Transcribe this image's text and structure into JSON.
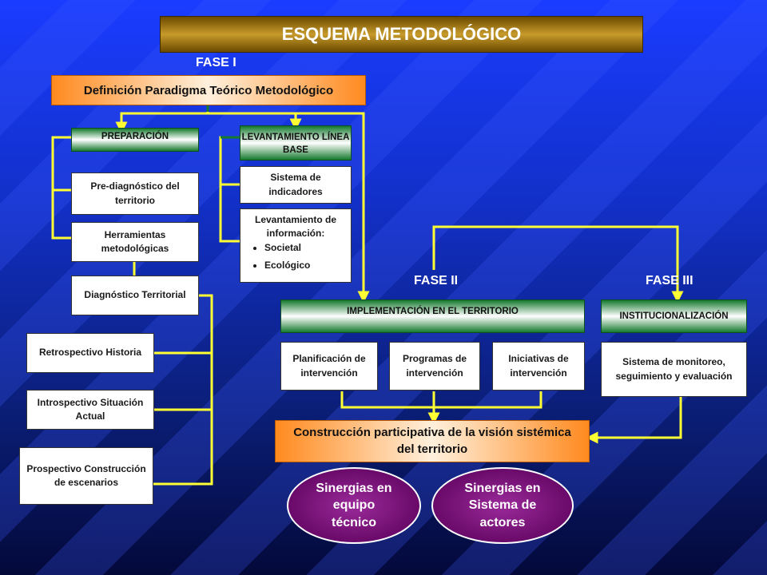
{
  "title": "ESQUEMA METODOLÓGICO",
  "phases": {
    "fase1": "FASE I",
    "fase2": "FASE II",
    "fase3": "FASE III"
  },
  "paradigma": "Definición Paradigma Teórico Metodológico",
  "preparacion": {
    "header": "PREPARACIÓN",
    "prediagnostico": "Pre-diagnóstico del territorio",
    "herramientas": "Herramientas metodológicas",
    "diagnostico": "Diagnóstico Territorial",
    "retrospectivo": "Retrospectivo Historia",
    "introspectivo": "Introspectivo Situación Actual",
    "prospectivo": "Prospectivo Construcción de escenarios"
  },
  "levantamiento": {
    "header": "LEVANTAMIENTO LÍNEA BASE",
    "indicadores": "Sistema de indicadores",
    "informacion": "Levantamiento de información:",
    "bullets": [
      "Societal",
      "Ecológico"
    ]
  },
  "implementacion": {
    "header": "IMPLEMENTACIÓN EN EL TERRITORIO",
    "planificacion": "Planificación de intervención",
    "programas": "Programas de intervención",
    "iniciativas": "Iniciativas de intervención"
  },
  "institucionalizacion": {
    "header": "INSTITUCIONALIZACIÓN",
    "monitoreo": "Sistema de monitoreo, seguimiento y evaluación"
  },
  "construccion": "Construcción participativa de la visión sistémica del territorio",
  "sinergias": {
    "equipo": "Sinergias en equipo técnico",
    "actores": "Sinergias en Sistema de actores"
  },
  "colors": {
    "connector": "#ffff33",
    "green": "#157a2e",
    "orange": "#ff8a1f",
    "purple": "#6a0a6a"
  }
}
